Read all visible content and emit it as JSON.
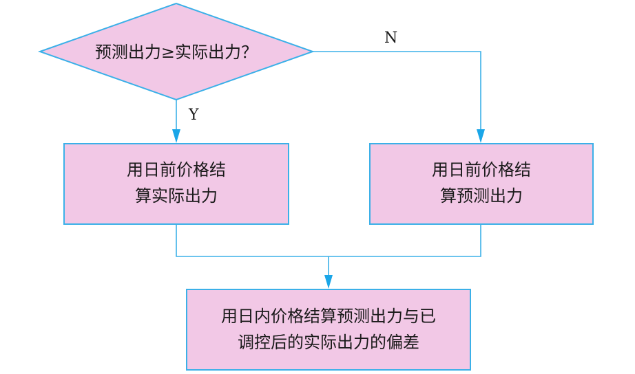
{
  "diagram": {
    "decision": {
      "label": "预测出力≥实际出力？"
    },
    "branch_yes": {
      "label": "Y"
    },
    "branch_no": {
      "label": "N"
    },
    "box_left": {
      "line1": "用日前价格结",
      "line2": "算实际出力"
    },
    "box_right": {
      "line1": "用日前价格结",
      "line2": "算预测出力"
    },
    "box_bottom": {
      "line1": "用日内价格结算预测出力与已",
      "line2": "调控后的实际出力的偏差"
    }
  },
  "colors": {
    "node_fill": "#f2c8e6",
    "line_stroke": "#3bb0e8",
    "arrow_fill": "#1aa6e8"
  }
}
